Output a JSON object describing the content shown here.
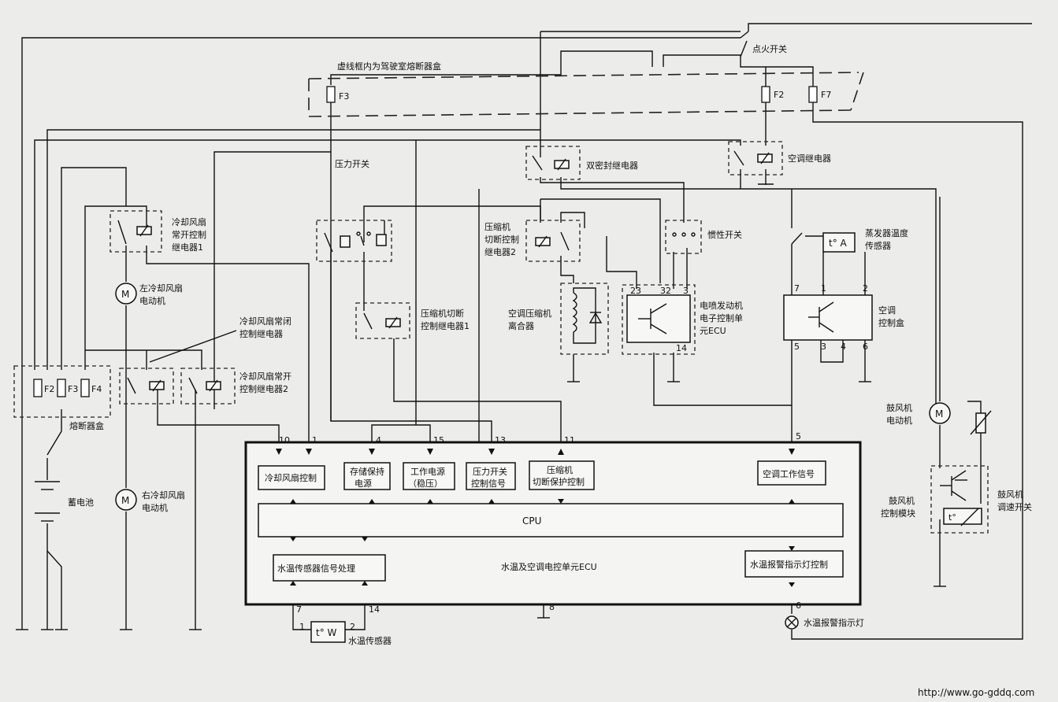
{
  "labels": {
    "ignition_switch": "点火开关",
    "dashed_box_note": "虚线框内为驾驶室熔断器盒",
    "fuse_f3_top": "F3",
    "fuse_f2_top": "F2",
    "fuse_f7": "F7",
    "pressure_switch": "压力开关",
    "dual_seal_relay": "双密封继电器",
    "ac_relay": "空调继电器",
    "fan_no_relay1_l1": "冷却风扇",
    "fan_no_relay1_l2": "常开控制",
    "fan_no_relay1_l3": "继电器1",
    "comp_cut_relay2_l1": "压缩机",
    "comp_cut_relay2_l2": "切断控制",
    "comp_cut_relay2_l3": "继电器2",
    "inertia_switch": "惯性开关",
    "evap_sensor_l1": "蒸发器温度",
    "evap_sensor_l2": "传感器",
    "left_fan_l1": "左冷却风扇",
    "left_fan_l2": "电动机",
    "comp_cut_relay1_l1": "压缩机切断",
    "comp_cut_relay1_l2": "控制继电器1",
    "ac_clutch_l1": "空调压缩机",
    "ac_clutch_l2": "离合器",
    "engine_ecu_l1": "电喷发动机",
    "engine_ecu_l2": "电子控制单",
    "engine_ecu_l3": "元ECU",
    "ac_ctrl_box_l1": "空调",
    "ac_ctrl_box_l2": "控制盒",
    "fan_nc_relay_l1": "冷却风扇常闭",
    "fan_nc_relay_l2": "控制继电器",
    "fan_no_relay2_l1": "冷却风扇常开",
    "fan_no_relay2_l2": "控制继电器2",
    "fuse_f2": "F2",
    "fuse_f3": "F3",
    "fuse_f4": "F4",
    "fuse_box": "熔断器盒",
    "battery": "蓄电池",
    "right_fan_l1": "右冷却风扇",
    "right_fan_l2": "电动机",
    "blower_motor_l1": "鼓风机",
    "blower_motor_l2": "电动机",
    "blower_module_l1": "鼓风机",
    "blower_module_l2": "控制模块",
    "blower_speed_l1": "鼓风机",
    "blower_speed_l2": "调速开关",
    "ecu_main": "水温及空调电控单元ECU",
    "cpu": "CPU",
    "block_fan_ctrl": "冷却风扇控制",
    "block_mem_l1": "存储保持",
    "block_mem_l2": "电源",
    "block_power_l1": "工作电源",
    "block_power_l2": "（稳压）",
    "block_press_l1": "压力开关",
    "block_press_l2": "控制信号",
    "block_comp_l1": "压缩机",
    "block_comp_l2": "切断保护控制",
    "block_ac_signal": "空调工作信号",
    "block_water_temp": "水温传感器信号处理",
    "block_warn_ctrl": "水温报警指示灯控制",
    "water_sensor": "水温传感器",
    "warn_lamp": "水温报警指示灯",
    "motor_m": "M",
    "sensor_tw": "t° W",
    "sensor_ta": "t° A",
    "sensor_t": "t°",
    "watermark": "http://www.go-gddq.com"
  },
  "pins": {
    "p10": "10",
    "p1": "1",
    "p4": "4",
    "p15": "15",
    "p13": "13",
    "p11": "11",
    "p5": "5",
    "p8": "8",
    "p7": "7",
    "p14": "14",
    "p2": "2",
    "p6": "6",
    "e23": "23",
    "e32": "32",
    "e3": "3",
    "e14": "14",
    "a7": "7",
    "a1": "1",
    "a2": "2",
    "a5": "5",
    "a3": "3",
    "a4": "4",
    "a6": "6"
  },
  "icons": [
    "motor-icon",
    "lamp-icon",
    "transistor-icon",
    "diode-icon",
    "coil-icon",
    "thermistor-icon",
    "ground-icon",
    "fuse-icon",
    "switch-icon",
    "battery-icon"
  ]
}
